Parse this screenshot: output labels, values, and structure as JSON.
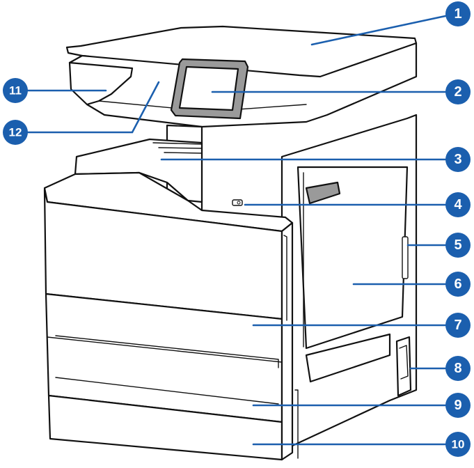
{
  "callouts": [
    {
      "label": "1"
    },
    {
      "label": "2"
    },
    {
      "label": "3"
    },
    {
      "label": "4"
    },
    {
      "label": "5"
    },
    {
      "label": "6"
    },
    {
      "label": "7"
    },
    {
      "label": "8"
    },
    {
      "label": "9"
    },
    {
      "label": "10"
    },
    {
      "label": "11"
    },
    {
      "label": "12"
    }
  ],
  "colors": {
    "callout": "#1b5fae",
    "outline": "#111111",
    "panel_gray": "#9a9a9a"
  },
  "icons": [
    "power-button-icon"
  ]
}
